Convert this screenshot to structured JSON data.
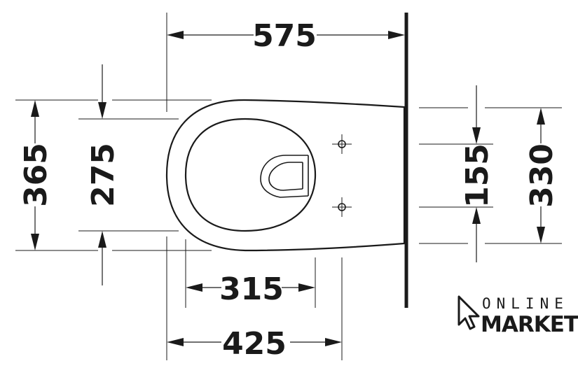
{
  "dimensions": {
    "overall_length": "575",
    "overall_width": "365",
    "bowl_width": "275",
    "fixing_hole_spacing": "155",
    "rear_width": "330",
    "bowl_length": "315",
    "front_to_fixing": "425"
  },
  "brand": {
    "line1": "ONLINE",
    "line2": "MARKET"
  },
  "colors": {
    "ink": "#1a1a1a",
    "background": "#ffffff"
  }
}
